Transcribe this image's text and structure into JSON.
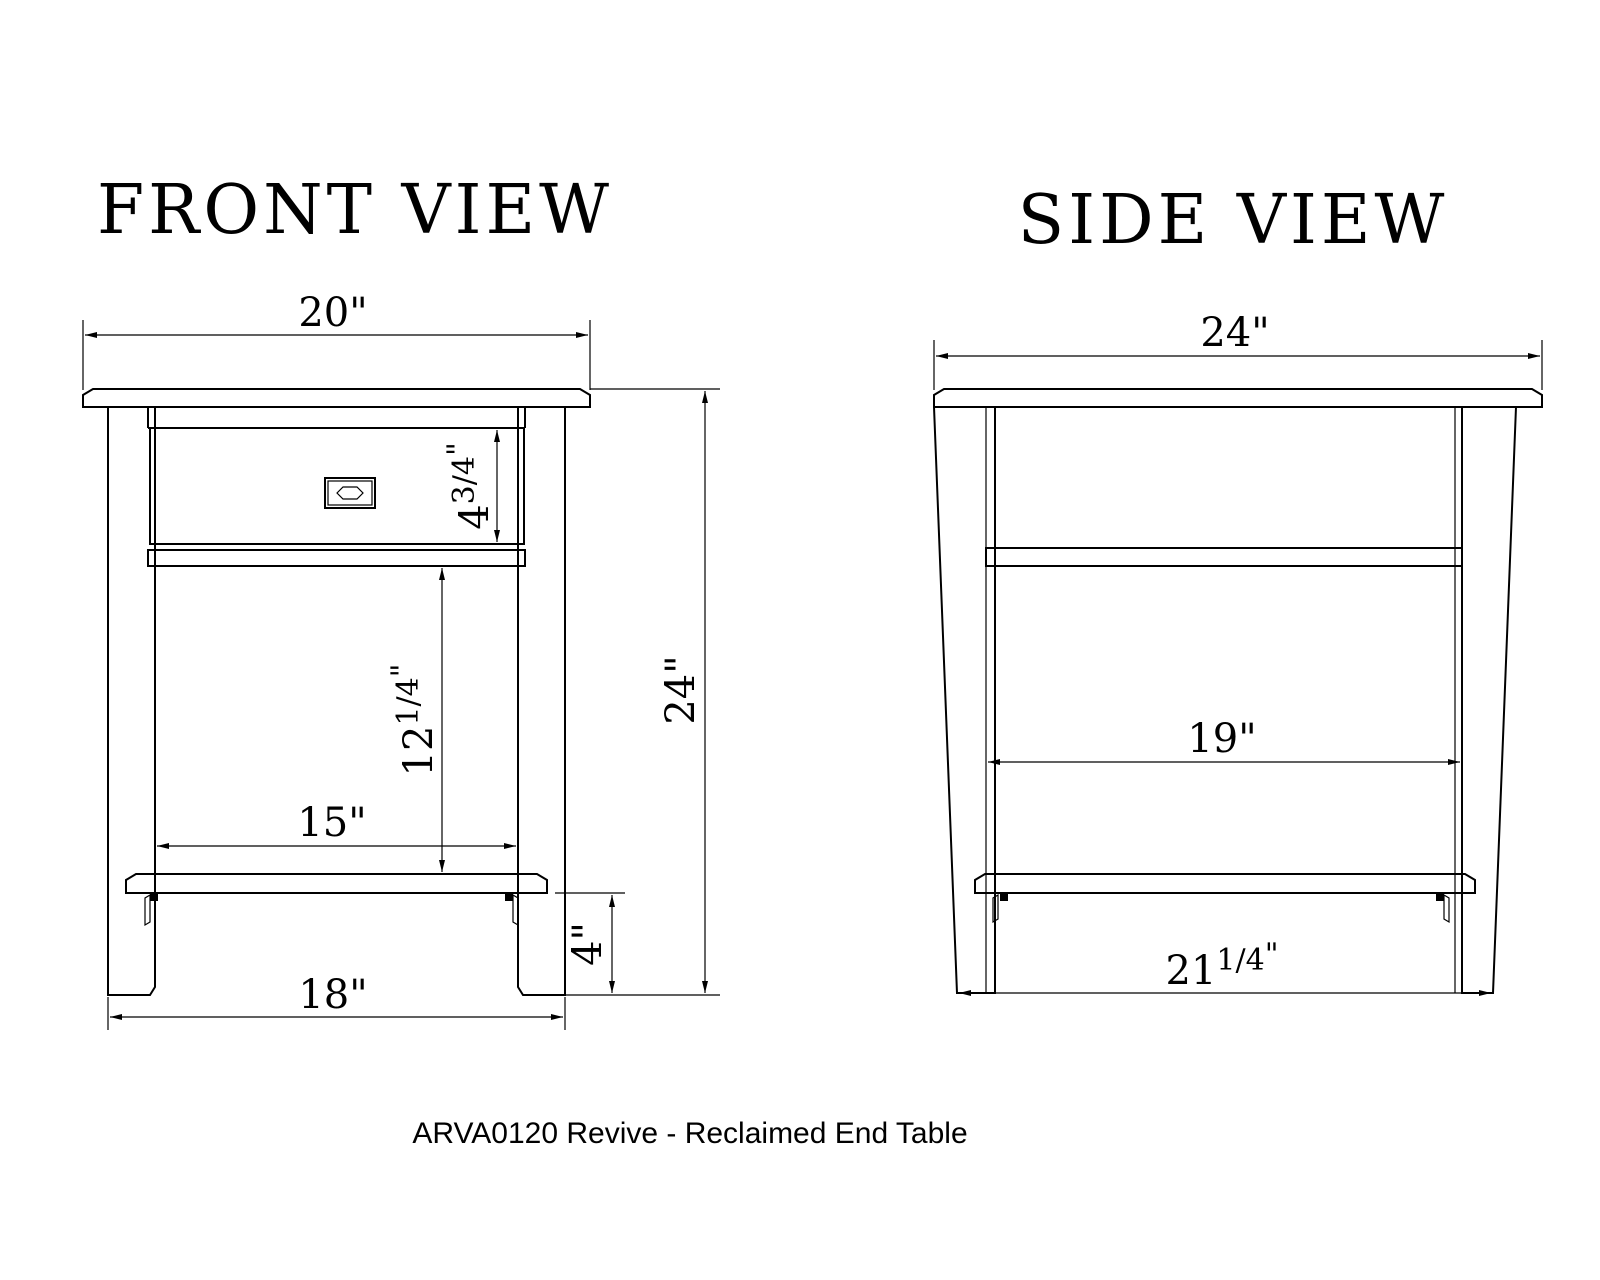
{
  "drawing": {
    "caption": "ARVA0120 Revive - Reclaimed End Table"
  },
  "front_view": {
    "title": "FRONT VIEW",
    "dim_top_width": "20\"",
    "dim_drawer_height_whole": "4",
    "dim_drawer_height_frac": "3/4",
    "dim_drawer_height_inch": "\"",
    "dim_opening_height_whole": "12",
    "dim_opening_height_frac": "1/4",
    "dim_opening_height_inch": "\"",
    "dim_total_height": "24\"",
    "dim_inner_width": "15\"",
    "dim_shelf_height": "4\"",
    "dim_base_width": "18\""
  },
  "side_view": {
    "title": "SIDE VIEW",
    "dim_top_depth": "24\"",
    "dim_inner_depth": "19\"",
    "dim_base_depth_whole": "21",
    "dim_base_depth_frac": "1/4",
    "dim_base_depth_inch": "\""
  }
}
